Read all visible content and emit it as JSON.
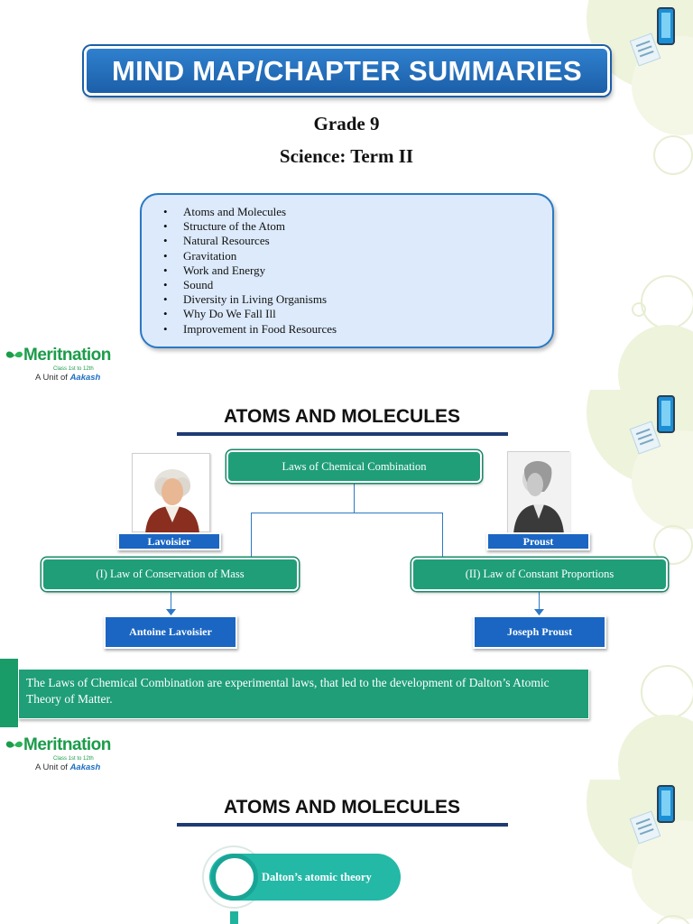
{
  "slide1": {
    "banner_title": "MIND MAP/CHAPTER SUMMARIES",
    "grade": "Grade 9",
    "subject": "Science: Term II",
    "topics": [
      "Atoms and Molecules",
      "Structure of the Atom",
      "Natural Resources",
      "Gravitation",
      "Work and Energy",
      "Sound",
      "Diversity in Living Organisms",
      "Why Do We Fall Ill",
      "Improvement in Food Resources"
    ]
  },
  "logo": {
    "brand": "Meritnation",
    "tagline": "Class 1st to 12th",
    "unit_prefix": "A Unit of ",
    "unit_name": "Aakash"
  },
  "slide2": {
    "heading": "ATOMS AND MOLECULES",
    "center_box": "Laws of Chemical Combination",
    "left_caption": "Lavoisier",
    "right_caption": "Proust",
    "left_law": "(I) Law of Conservation of Mass",
    "right_law": "(II) Law of Constant Proportions",
    "left_scientist": "Antoine Lavoisier",
    "right_scientist": "Joseph Proust",
    "note": "The Laws of Chemical Combination are experimental laws, that led to the development of Dalton’s Atomic Theory of Matter."
  },
  "slide3": {
    "heading": "ATOMS AND MOLECULES",
    "pill_label": "Dalton’s atomic theory"
  },
  "colors": {
    "banner_blue": "#1c5fa8",
    "green": "#1f9e78",
    "blue_box": "#1a66c2",
    "heading_rule": "#1f3b73",
    "brand_green": "#1b9c4a",
    "teal": "#24b8a6"
  },
  "icons": [
    "phone-receipt-icon",
    "meritnation-leaf-icon",
    "lavoisier-portrait",
    "proust-portrait"
  ]
}
